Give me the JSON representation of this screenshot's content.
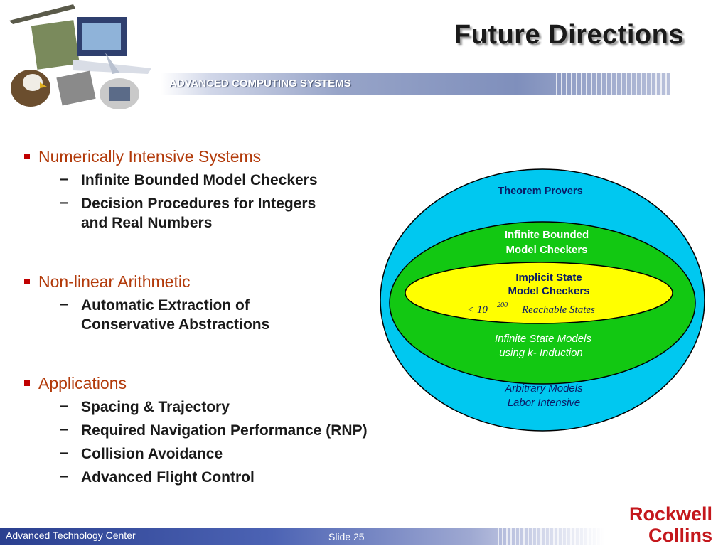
{
  "slide_title": "Future Directions",
  "banner_text": "ADVANCED COMPUTING SYSTEMS",
  "sections": [
    {
      "heading": "Numerically Intensive Systems",
      "items": [
        "Infinite Bounded Model Checkers",
        "Decision Procedures for Integers",
        "and Real Numbers"
      ]
    },
    {
      "heading": "Non-linear Arithmetic",
      "items": [
        "Automatic Extraction of",
        "Conservative Abstractions"
      ]
    },
    {
      "heading": "Applications",
      "items": [
        "Spacing & Trajectory",
        "Required Navigation Performance (RNP)",
        "Collision Avoidance",
        "Advanced Flight Control"
      ]
    }
  ],
  "diagram": {
    "outer_label": "Theorem Provers",
    "outer_bottom_line1": "Arbitrary Models",
    "outer_bottom_line2": "Labor Intensive",
    "middle_label_line1": "Infinite Bounded",
    "middle_label_line2": "Model Checkers",
    "middle_bottom_line1": "Infinite State Models",
    "middle_bottom_line2": "using k-  Induction",
    "inner_label_line1": "Implicit State",
    "inner_label_line2": "Model Checkers",
    "inner_states_prefix": "< 10",
    "inner_states_exponent": "200",
    "inner_states_suffix": "Reachable States",
    "colors": {
      "outer": "#00c8f0",
      "middle": "#12c812",
      "inner": "#ffff00"
    }
  },
  "footer": {
    "left_text": "Advanced Technology Center",
    "slide_label": "Slide 25"
  },
  "logo": {
    "line1": "Rockwell",
    "line2": "Collins"
  }
}
